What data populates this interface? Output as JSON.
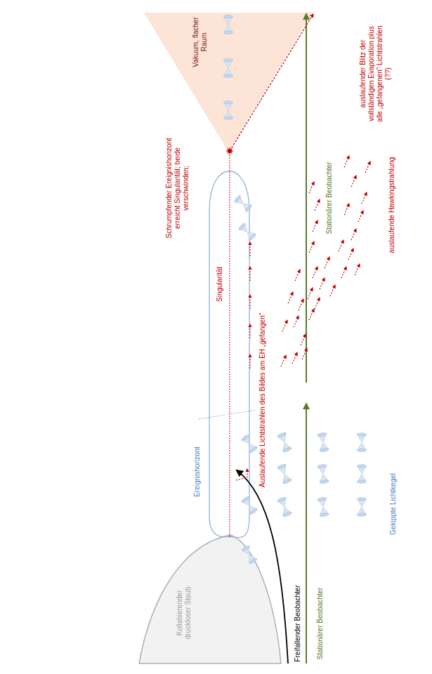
{
  "diagram": {
    "nodes": [
      {
        "text": [
          "Vakuum, flacher Raum"
        ]
      }
    ],
    "labels": [
      "Schrumpfender Ereignishorizont erreicht Singularität; beide verschwinden;",
      "auslaufender Blitz der vollständigen Evaporation plus alle „gefangenen“ Lichtstrahlen (??)",
      "Stationärer Beobachter",
      "auslaufende Hawkingstrahlung",
      "Singularität",
      "Auslaufende Lichtstrahlen des Bildes am EH „gefangen“",
      "Ereignishorizont",
      "Gekippte Lichtkegel",
      "Kollabierender druckloser Staub",
      "Stationärer Beobachter",
      "Freifallender Beobachter"
    ]
  }
}
